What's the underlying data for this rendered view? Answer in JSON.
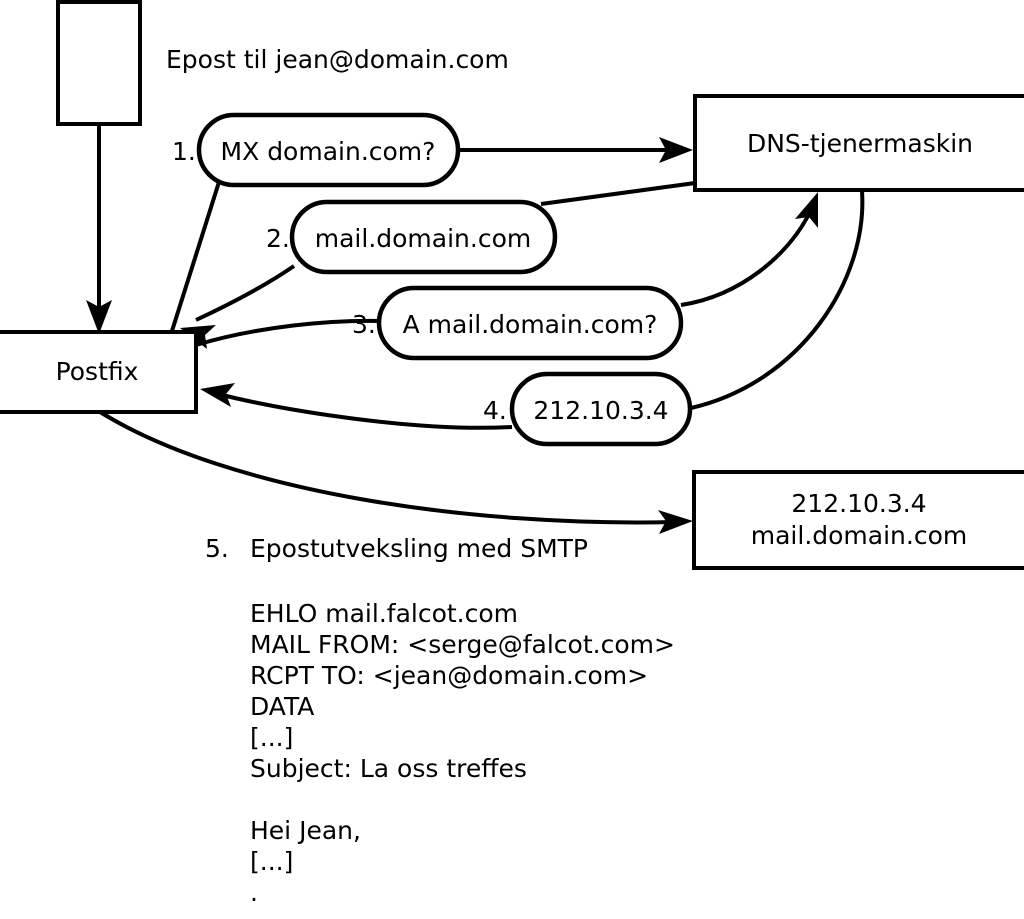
{
  "diagram": {
    "title_note": "Epost til jean@domain.com",
    "nodes": {
      "client_box_label": "",
      "postfix_label": "Postfix",
      "dns_label": "DNS-tjenermaskin",
      "target_line1": "212.10.3.4",
      "target_line2": "mail.domain.com"
    },
    "steps": [
      {
        "num": "1.",
        "text": "MX domain.com?"
      },
      {
        "num": "2.",
        "text": "mail.domain.com"
      },
      {
        "num": "3.",
        "text": "A mail.domain.com?"
      },
      {
        "num": "4.",
        "text": "212.10.3.4"
      }
    ],
    "step5": {
      "num": "5.",
      "text": "Epostutveksling med SMTP"
    },
    "smtp_transcript": [
      "EHLO mail.falcot.com",
      "MAIL FROM: <serge@falcot.com>",
      "RCPT TO: <jean@domain.com>",
      "DATA",
      "[...]",
      "Subject: La oss treffes",
      "",
      "Hei Jean,",
      "[...]",
      "."
    ],
    "colors": {
      "stroke": "#000000",
      "fill": "#ffffff",
      "text": "#000000"
    }
  }
}
